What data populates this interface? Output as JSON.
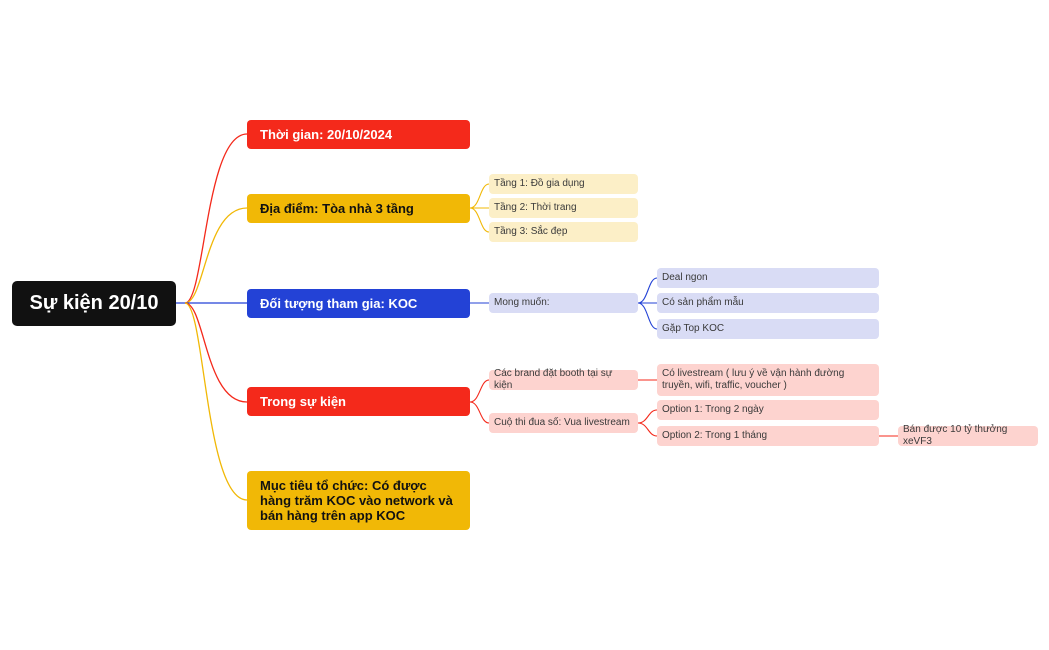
{
  "root": {
    "label": "Sự kiện 20/10"
  },
  "colors": {
    "red": "#f4291b",
    "yellow": "#f1b806",
    "blue": "#2342d6",
    "red_light": "#fdd3cf",
    "yellow_light": "#fcefc7",
    "blue_light": "#d9dcf5"
  },
  "branches": {
    "time": {
      "label": "Thời gian: 20/10/2024"
    },
    "location": {
      "label": "Địa điểm: Tòa nhà 3 tầng",
      "floors": [
        "Tầng 1: Đồ gia dụng",
        "Tầng 2: Thời trang",
        "Tầng 3: Sắc đẹp"
      ]
    },
    "audience": {
      "label": "Đối tượng tham gia: KOC",
      "wish": {
        "label": "Mong muốn:",
        "items": [
          "Deal ngon",
          "Có sản phẩm mẫu",
          "Gặp Top KOC"
        ]
      }
    },
    "event": {
      "label": "Trong sự kiện",
      "brands": {
        "label": "Các brand đặt booth tại sự kiện",
        "note": "Có livestream ( lưu ý về vận hành đường truyền, wifi, traffic, voucher )"
      },
      "contest": {
        "label": "Cuộ thi đua số: Vua livestream",
        "option1": "Option 1: Trong 2 ngày",
        "option2": "Option 2: Trong 1 tháng",
        "option2_result": "Bán được 10 tỷ thưởng xeVF3"
      }
    },
    "goal": {
      "label": "Mục tiêu tổ chức: Có được hàng trăm KOC vào network và bán hàng trên app KOC"
    }
  }
}
